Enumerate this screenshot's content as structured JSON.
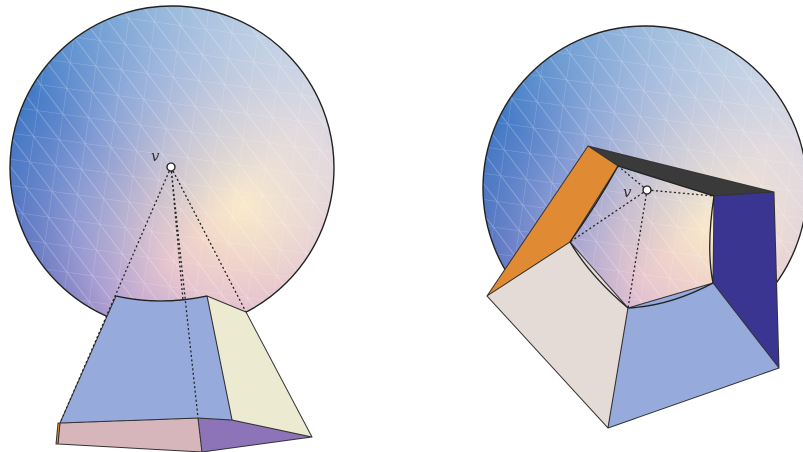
{
  "figures": [
    {
      "id": "left",
      "vertex_label": "v"
    },
    {
      "id": "right",
      "vertex_label": "v"
    }
  ],
  "colors": {
    "sphere_light": "#fde8c4",
    "sphere_mid": "#c8a8d8",
    "sphere_dark": "#2c2b7d",
    "sphere_blue": "#3a8fd6",
    "face_blue": "#96abdb",
    "face_cream": "#ecebd2",
    "face_pink": "#d7b6bb",
    "face_violet": "#8d74b9",
    "face_orange": "#e08a34",
    "face_navy": "#3b3592",
    "face_charcoal": "#3a3a3a",
    "face_beige": "#e5dbd6",
    "vertex_fill": "#ffffff"
  }
}
